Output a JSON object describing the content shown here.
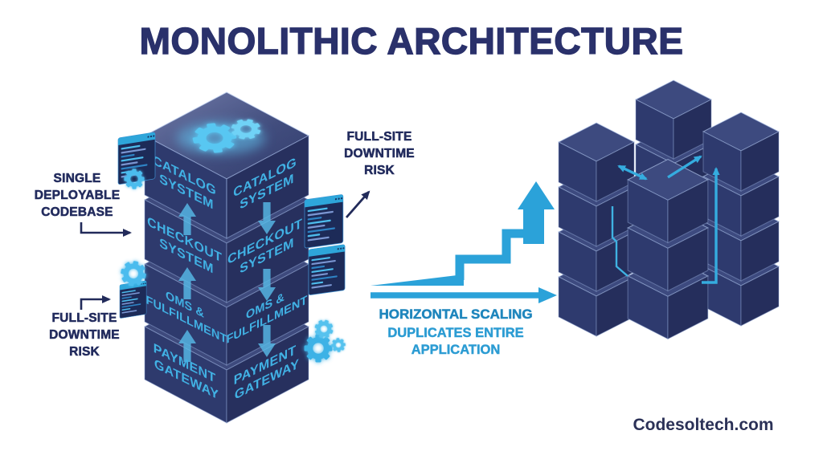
{
  "title": "MONOLITHIC ARCHITECTURE",
  "watermark": "Codesoltech.com",
  "colors": {
    "accent_cyan": "#2ba2d9",
    "navy_text": "#232c5e",
    "cube_left_face": "#2e3a6d",
    "cube_right_face": "#27305e",
    "cube_top_face": "#3e4a7d",
    "face_label_blue": "#41b1e4"
  },
  "monolith": {
    "layers": [
      {
        "line1": "CATALOG",
        "line2": "SYSTEM"
      },
      {
        "line1": "CHECKOUT",
        "line2": "SYSTEM"
      },
      {
        "line1": "OMS &",
        "line2": "FULFILLMENT"
      },
      {
        "line1": "PAYMENT",
        "line2": "GATEWAY"
      }
    ]
  },
  "annotations": {
    "single_deployable": {
      "line1": "SINGLE",
      "line2": "DEPLOYABLE",
      "line3": "CODEBASE"
    },
    "downtime_left": {
      "line1": "FULL-SITE",
      "line2": "DOWNTIME",
      "line3": "RISK"
    },
    "downtime_right": {
      "line1": "FULL-SITE",
      "line2": "DOWNTIME",
      "line3": "RISK"
    }
  },
  "scaling": {
    "heading": "HORIZONTAL SCALING",
    "sub_line1": "DUPLICATES ENTIRE",
    "sub_line2": "APPLICATION"
  }
}
